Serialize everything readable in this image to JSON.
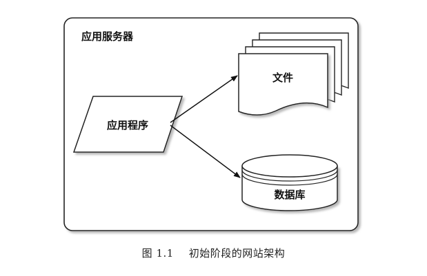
{
  "diagram": {
    "container_label": "应用服务器",
    "nodes": {
      "app": "应用程序",
      "file": "文件",
      "db": "数据库"
    },
    "edges": [
      {
        "from": "应用程序",
        "to": "文件"
      },
      {
        "from": "应用程序",
        "to": "数据库"
      }
    ]
  },
  "caption": {
    "figure_no": "图 1.1",
    "text": "初始阶段的网站架构"
  }
}
